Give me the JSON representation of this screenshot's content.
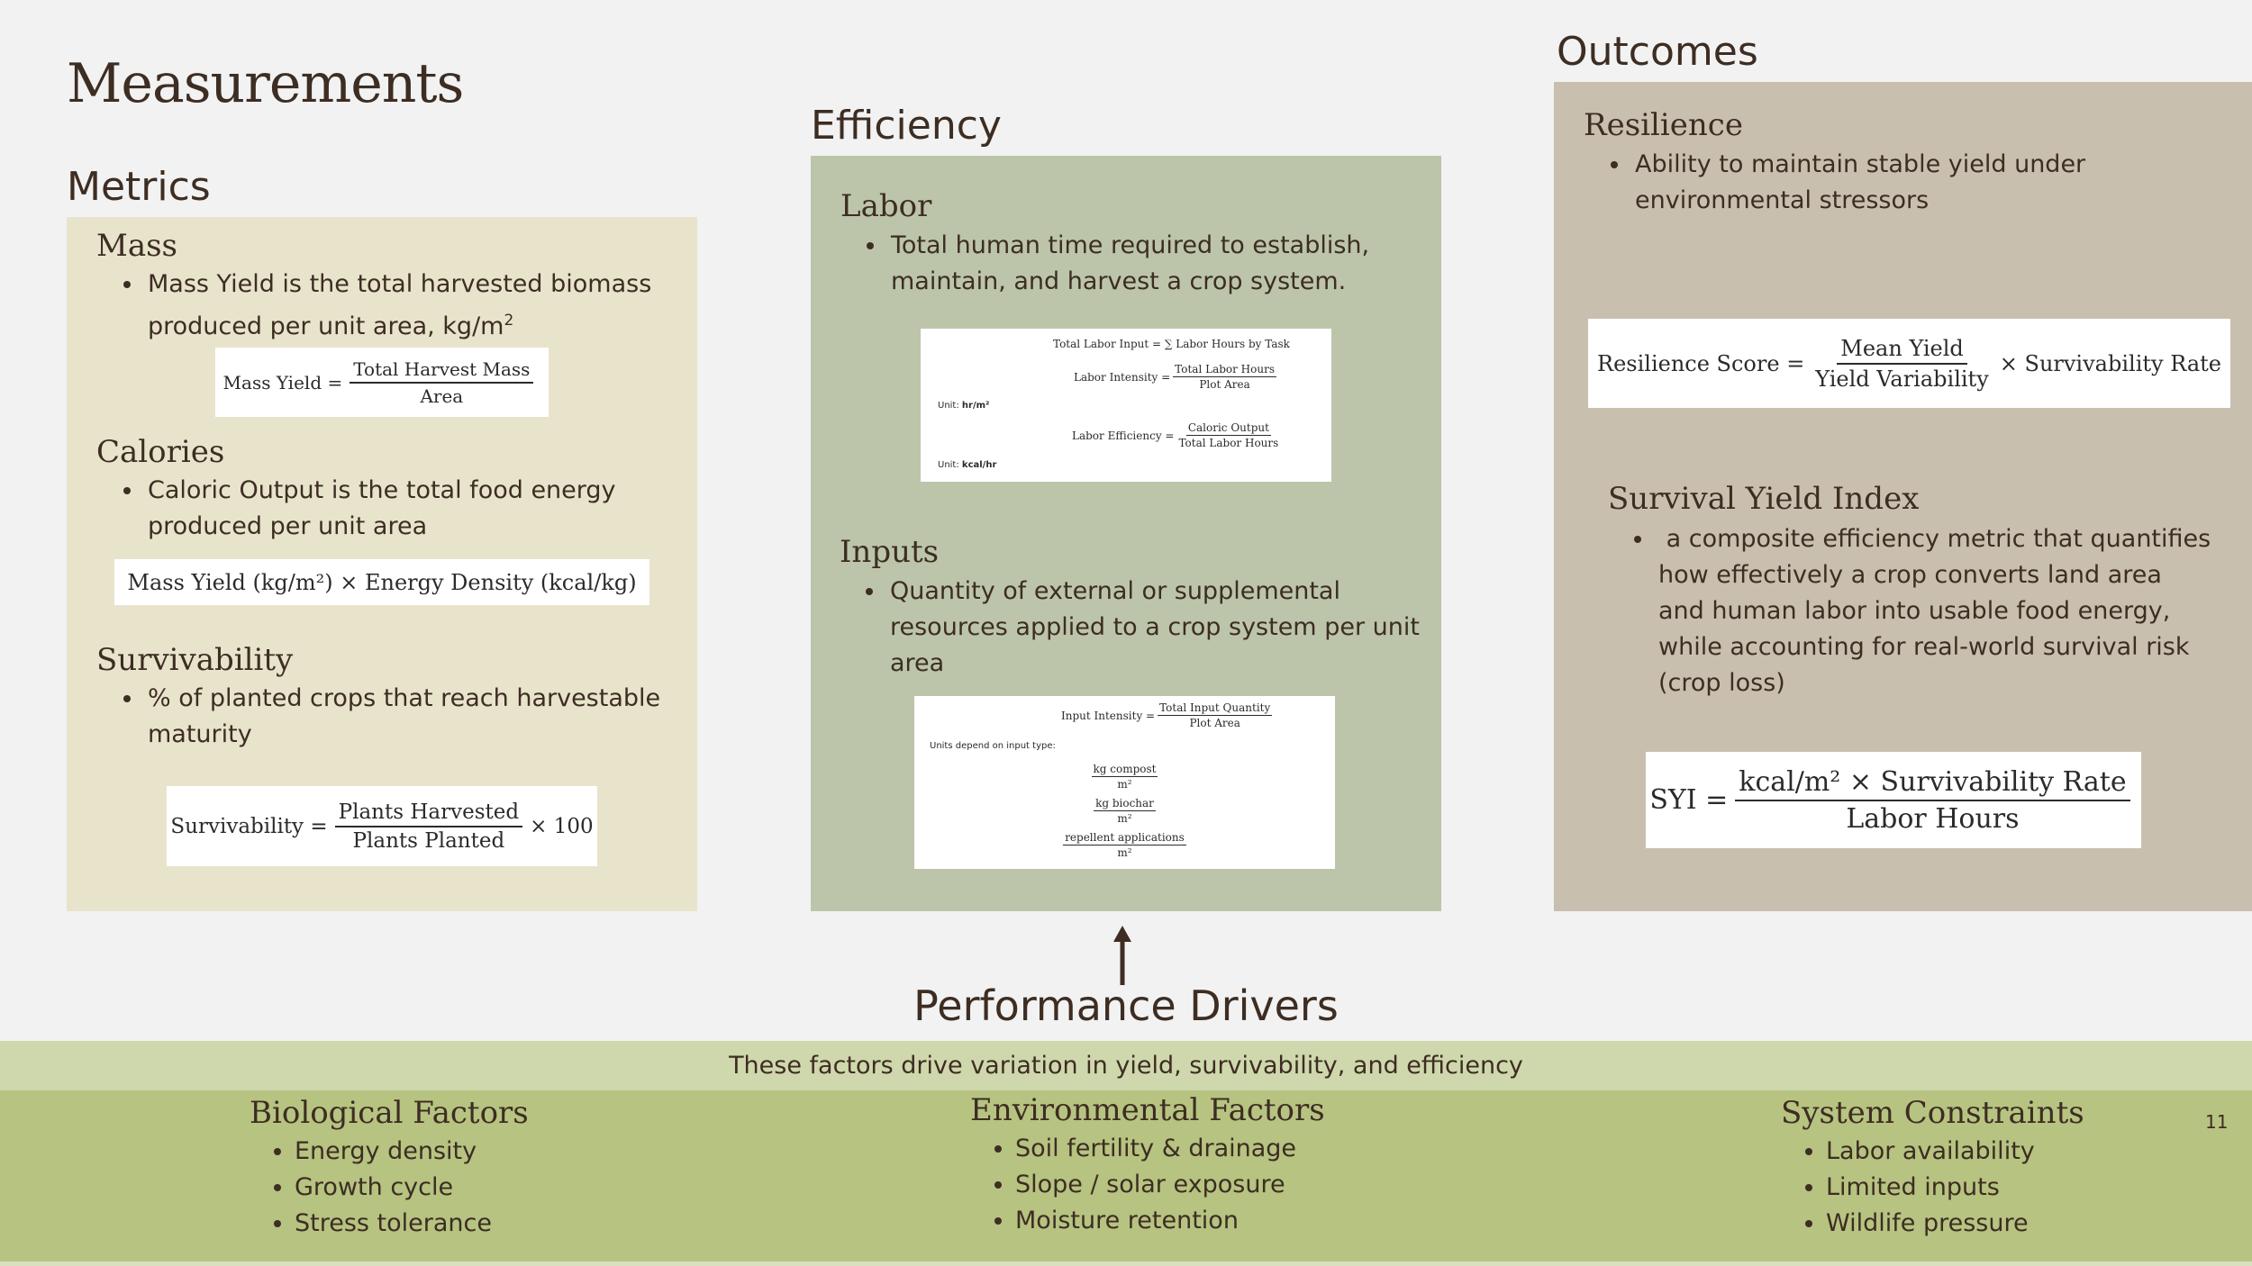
{
  "page_title": "Measurements",
  "metrics": {
    "title": "Metrics",
    "mass": {
      "title": "Mass",
      "bullet_text": "Mass Yield is the total harvested biomass produced per unit area, kg/m",
      "bullet_sup": "2",
      "formula": {
        "lhs": "Mass Yield =",
        "num": "Total Harvest Mass",
        "den": "Area"
      }
    },
    "calories": {
      "title": "Calories",
      "bullet": "Caloric Output is the total food energy produced per unit area",
      "formula": "Mass Yield (kg/m²) × Energy Density (kcal/kg)"
    },
    "survivability": {
      "title": "Survivability",
      "bullet": "% of planted crops that reach harvestable maturity",
      "formula": {
        "lhs": "Survivability =",
        "num": "Plants Harvested",
        "den": "Plants Planted",
        "rhs": "× 100"
      }
    }
  },
  "efficiency": {
    "title": "Efficiency",
    "labor": {
      "title": "Labor",
      "bullet": "Total human time required to establish, maintain, and harvest a crop system.",
      "formula": {
        "line1": "Total Labor Input = ∑ Labor Hours by Task",
        "line2_lhs": "Labor Intensity =",
        "line2_num": "Total Labor Hours",
        "line2_den": "Plot Area",
        "unit1_label": "Unit:",
        "unit1_value": "hr/m²",
        "line3_lhs": "Labor Efficiency =",
        "line3_num": "Caloric Output",
        "line3_den": "Total Labor Hours",
        "unit2_label": "Unit:",
        "unit2_value": "kcal/hr"
      }
    },
    "inputs": {
      "title": "Inputs",
      "bullet": "Quantity of external or supplemental resources applied to a crop system per unit area",
      "formula": {
        "lhs": "Input Intensity =",
        "num": "Total Input Quantity",
        "den": "Plot Area",
        "note": "Units depend on input type:",
        "units": [
          {
            "num": "kg compost",
            "den": "m²"
          },
          {
            "num": "kg biochar",
            "den": "m²"
          },
          {
            "num": "repellent applications",
            "den": "m²"
          }
        ]
      }
    }
  },
  "outcomes": {
    "title": "Outcomes",
    "resilience": {
      "title": "Resilience",
      "bullet": "Ability to maintain stable yield under environmental stressors",
      "formula": {
        "lhs": "Resilience Score =",
        "num": "Mean Yield",
        "den": "Yield Variability",
        "rhs": "× Survivability Rate"
      }
    },
    "syi": {
      "title": "Survival Yield Index",
      "bullet": " a composite efficiency metric that quantifies how effectively a crop converts land area and human labor into usable food energy, while accounting for real-world survival risk (crop loss)",
      "formula": {
        "lhs": "SYI =",
        "num": "kcal/m² × Survivability Rate",
        "den": "Labor Hours"
      }
    }
  },
  "drivers": {
    "title": "Performance Drivers",
    "subtitle": "These factors drive variation in yield, survivability, and efficiency",
    "groups": [
      {
        "title": "Biological Factors",
        "items": [
          "Energy density",
          "Growth cycle",
          "Stress tolerance"
        ]
      },
      {
        "title": "Environmental Factors",
        "items": [
          "Soil fertility & drainage",
          "Slope / solar exposure",
          "Moisture retention"
        ]
      },
      {
        "title": "System Constraints",
        "items": [
          "Labor availability",
          "Limited inputs",
          "Wildlife pressure"
        ]
      }
    ]
  },
  "page_number": "11",
  "colors": {
    "background": "#f2f2f2",
    "metrics_panel": "#e8e4cc",
    "efficiency_panel": "#bcc5aa",
    "outcomes_panel": "#c9bfaf",
    "drivers_band_light": "#cfd8ad",
    "drivers_band": "#b6c381",
    "text": "#3d2d22"
  }
}
